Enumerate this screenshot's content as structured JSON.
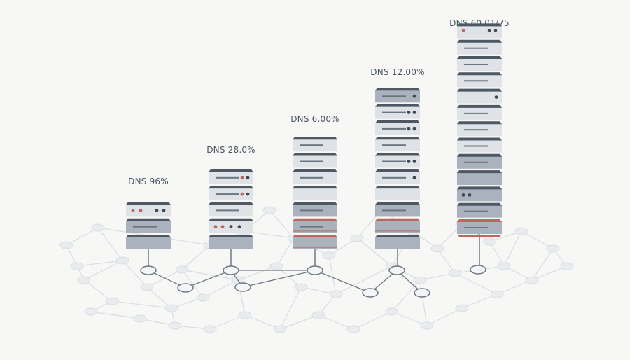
{
  "colors": {
    "background": "#f7f7f5",
    "network_faint": "#d9dde2",
    "node_light": "#e9ecef",
    "connector": "#6f7a86",
    "label": "#4a5663",
    "unit_dark": "#4d5864",
    "unit_light": "#dfe3e7",
    "unit_mid": "#aab3bd",
    "accent_red": "#b9685f",
    "led_dark": "#3f4955"
  },
  "stacks": [
    {
      "label": "DNS 96%",
      "units": [
        "light-leds",
        "mid-line",
        "mid"
      ]
    },
    {
      "label": "DNS 28.0%",
      "units": [
        "light-line-leds",
        "light-line-leds",
        "light-line",
        "light-leds-4",
        "mid"
      ]
    },
    {
      "label": "DNS 6.00%",
      "units": [
        "light-line",
        "light-line",
        "light-line",
        "light",
        "mid-line",
        "mid-red-line",
        "mid-red"
      ]
    },
    {
      "label": "DNS 12.00%",
      "units": [
        "mid-line-led",
        "light-line-leds",
        "light-line-leds",
        "light-line",
        "light-line-leds",
        "light-line-led",
        "light",
        "mid-line",
        "mid-red",
        "mid"
      ]
    },
    {
      "label": "DNS 60.01/75",
      "units": [
        "light-red-leds",
        "light-line",
        "light-line",
        "light-line",
        "light-led",
        "light-line",
        "light-line",
        "light-line",
        "mid-line",
        "mid",
        "mid-leds",
        "mid-line",
        "mid-line-red"
      ]
    }
  ]
}
